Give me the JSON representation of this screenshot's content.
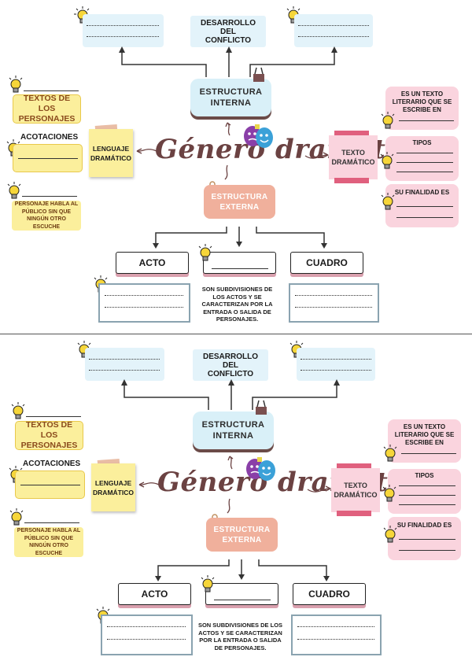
{
  "title": "Género dramático",
  "desarrollo": "DESARROLLO DEL CONFLICTO",
  "estructura_interna": "ESTRUCTURA INTERNA",
  "estructura_externa": "ESTRUCTURA EXTERNA",
  "left": {
    "textos_personajes": "TEXTOS DE LOS PERSONAJES",
    "acotaciones": "ACOTACIONES",
    "lenguaje_dramatico": "LENGUAJE DRAMÁTICO",
    "aparte": "PERSONAJE HABLA AL PÚBLICO SIN QUE NINGÚN OTRO ESCUCHE"
  },
  "right": {
    "texto_dramatico": "TEXTO DRAMÁTICO",
    "definicion": "ES UN TEXTO LITERARIO QUE SE ESCRIBE EN",
    "tipos": "TIPOS",
    "finalidad": "SU FINALIDAD ES"
  },
  "bottom": {
    "acto": "ACTO",
    "cuadro": "CUADRO",
    "escena_def": "SON SUBDIVISIONES DE LOS ACTOS Y SE CARACTERIZAN POR LA ENTRADA O SALIDA DE PERSONAJES."
  },
  "colors": {
    "title": "#6b4242",
    "blue": "#e3f3fa",
    "yellow": "#fbef9c",
    "pink": "#fad4de",
    "salmon": "#f0b09c"
  },
  "icons": [
    "lightbulb-icon",
    "theater-masks-icon",
    "binder-clip-icon",
    "paper-clip-icon"
  ]
}
